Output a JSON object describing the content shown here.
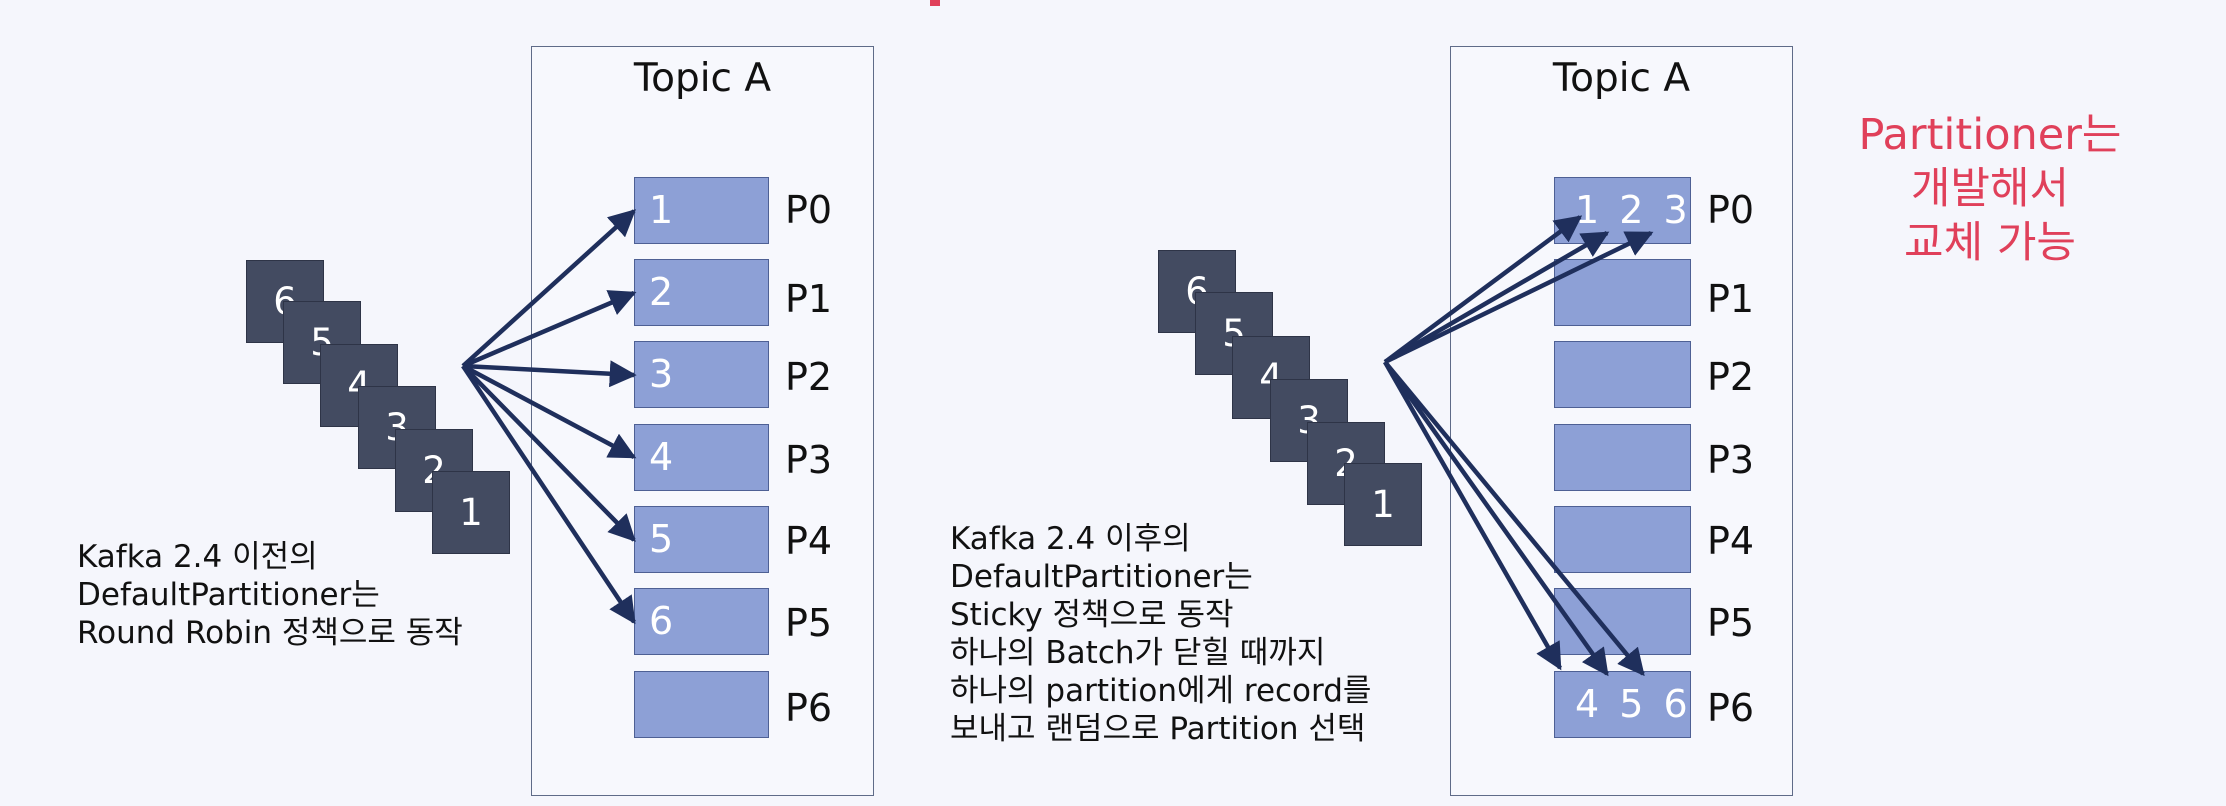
{
  "left": {
    "topic_title": "Topic A",
    "records": [
      "6",
      "5",
      "4",
      "3",
      "2",
      "1"
    ],
    "partitions": [
      {
        "label": "P0",
        "value": "1"
      },
      {
        "label": "P1",
        "value": "2"
      },
      {
        "label": "P2",
        "value": "3"
      },
      {
        "label": "P3",
        "value": "4"
      },
      {
        "label": "P4",
        "value": "5"
      },
      {
        "label": "P5",
        "value": "6"
      },
      {
        "label": "P6",
        "value": ""
      }
    ],
    "description": [
      "Kafka 2.4 이전의",
      "DefaultPartitioner는",
      "Round Robin 정책으로 동작"
    ]
  },
  "right": {
    "topic_title": "Topic A",
    "records": [
      "6",
      "5",
      "4",
      "3",
      "2",
      "1"
    ],
    "partitions": [
      {
        "label": "P0",
        "value": "1 2 3"
      },
      {
        "label": "P1",
        "value": ""
      },
      {
        "label": "P2",
        "value": ""
      },
      {
        "label": "P3",
        "value": ""
      },
      {
        "label": "P4",
        "value": ""
      },
      {
        "label": "P5",
        "value": ""
      },
      {
        "label": "P6",
        "value": "4 5 6"
      }
    ],
    "description": [
      "Kafka 2.4 이후의",
      "DefaultPartitioner는",
      "Sticky 정책으로 동작",
      "하나의 Batch가 닫힐 때까지",
      "하나의 partition에게 record를",
      "보내고 랜덤으로 Partition 선택"
    ]
  },
  "note": [
    "Partitioner는",
    "개발해서",
    "교체 가능"
  ],
  "colors": {
    "partition_fill": "#8da0d6",
    "record_fill": "#434b61",
    "arrow": "#1f2f5c",
    "note": "#e0405a"
  }
}
